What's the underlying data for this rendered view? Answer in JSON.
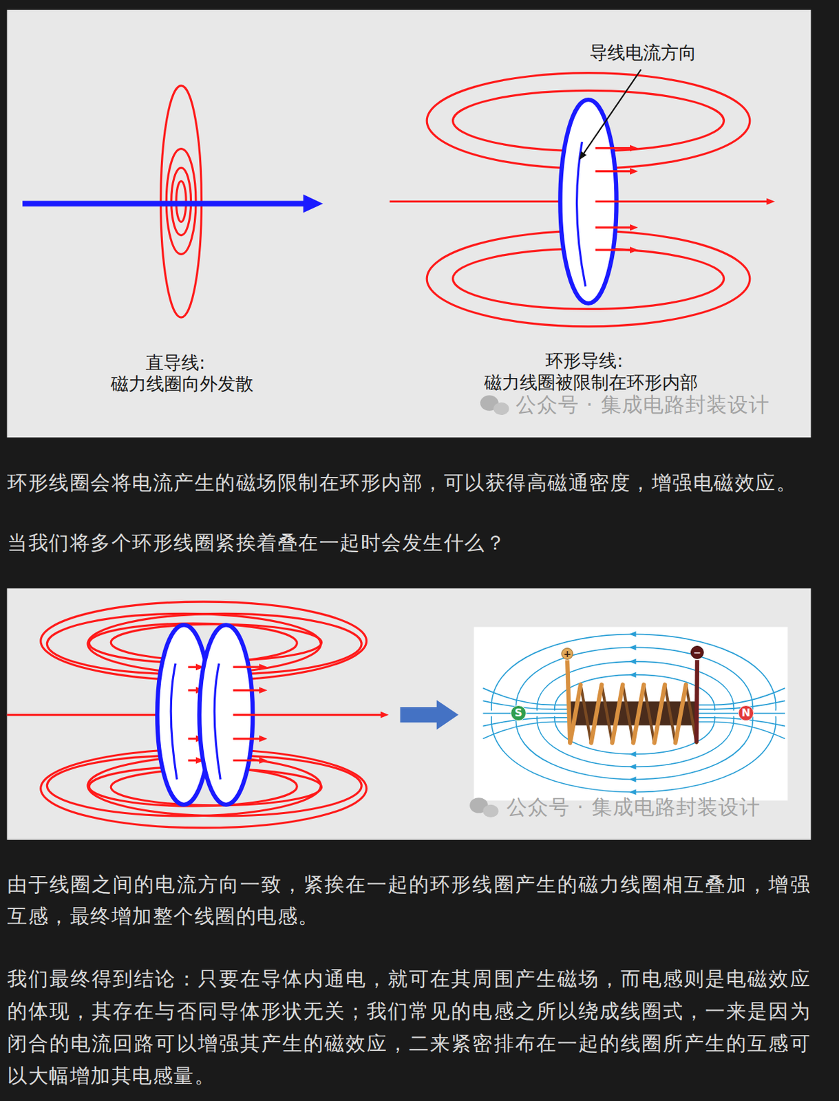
{
  "diagram": {
    "nodes": [
      {
        "text": [
          "+"
        ]
      },
      {
        "text": [
          "−"
        ]
      },
      {
        "text": [
          "S"
        ]
      },
      {
        "text": [
          "N"
        ]
      }
    ],
    "labels": [
      "导线电流方向",
      "直导线:",
      "磁力线圈向外发散",
      "环形导线:",
      "磁力线圈被限制在环形内部",
      "公众号 · 集成电路封装设计",
      "环形线圈会将电流产生的磁场限制在环形内部，可以获得高磁通密度，增强电磁效应。",
      "当我们将多个环形线圈紧挨着叠在一起时会发生什么？",
      "公众号 · 集成电路封装设计",
      "由于线圈之间的电流方向一致，紧挨在一起的环形线圈产生的磁力线圈相互叠加，增强互感，最终增加整个线圈的电感。",
      "我们最终得到结论：只要在导体内通电，就可在其周围产生磁场，而电感则是电磁效应的体现，其存在与否同导体形状无关；我们常见的电感之所以绕成线圈式，一来是因为闭合的电流回路可以增强其产生的磁效应，二来紧密排布在一起的线圈所产生的互感可以大幅增加其电感量。"
    ]
  }
}
